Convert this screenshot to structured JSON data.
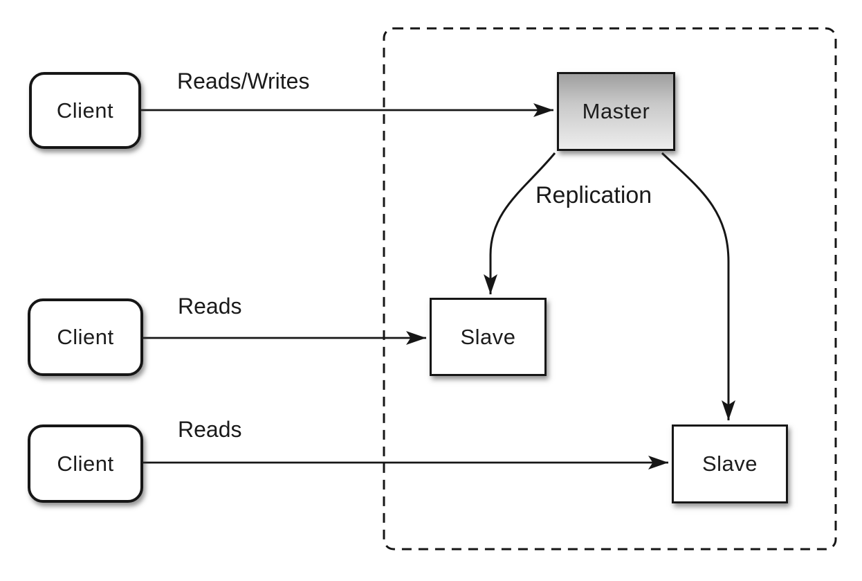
{
  "diagram": {
    "nodes": {
      "client1": {
        "label": "Client"
      },
      "client2": {
        "label": "Client"
      },
      "client3": {
        "label": "Client"
      },
      "master": {
        "label": "Master"
      },
      "slave1": {
        "label": "Slave"
      },
      "slave2": {
        "label": "Slave"
      }
    },
    "edges": {
      "reads_writes": {
        "label": "Reads/Writes"
      },
      "reads_mid": {
        "label": "Reads"
      },
      "reads_bottom": {
        "label": "Reads"
      },
      "replication": {
        "label": "Replication"
      }
    },
    "colors": {
      "stroke": "#161616",
      "master_gradient_top": "#9f9f9f",
      "master_gradient_bottom": "#ededed",
      "node_fill": "#ffffff",
      "background": "#ffffff"
    }
  }
}
